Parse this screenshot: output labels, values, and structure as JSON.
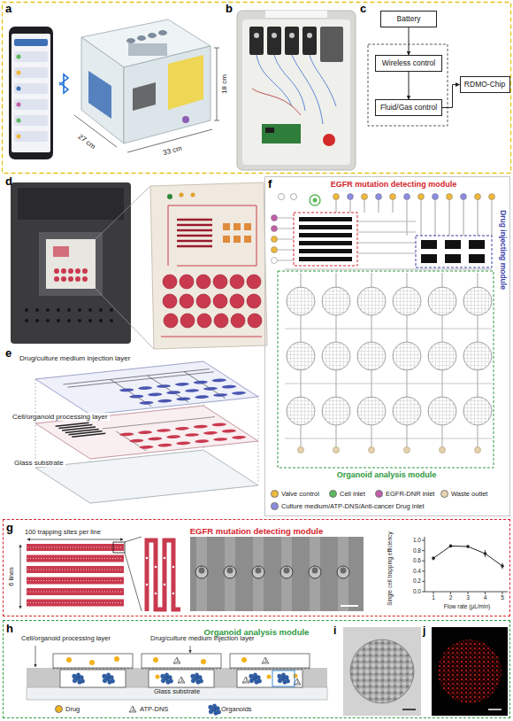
{
  "diagram": {
    "nodes": [
      {
        "text": [
          "Battery"
        ]
      },
      {
        "text": [
          "Wireless control"
        ]
      },
      {
        "text": [
          "Fluid/Gas control"
        ]
      },
      {
        "text": [
          "RDMO-Chip"
        ]
      },
      {
        "text": [
          "EGFR mutation detecting module"
        ]
      },
      {
        "text": [
          "Organoid analysis module"
        ]
      }
    ],
    "edges": [
      {
        "from": 0,
        "to": 1,
        "arrow": "to"
      },
      {
        "from": 1,
        "to": 2,
        "arrow": "to"
      },
      {
        "from": 2,
        "to": 3,
        "arrow": "to"
      }
    ],
    "labels": [
      "a",
      "27 cm",
      "33 cm",
      "18 cm",
      "b",
      "c",
      "d",
      "e",
      "Drug/culture medium injection layer",
      "Cell/organoid processing layer",
      "Glass substrate",
      "f",
      "EGFR mutation detecting module",
      "Drug injecting module",
      "Organoid analysis module",
      "g",
      "100 trapping sites per line",
      "6 lines",
      "Single cell trapping efficiency",
      "Flow rate (μL/min)",
      "0.0",
      "0.2",
      "0.4",
      "0.6",
      "0.8",
      "1.0",
      "1",
      "2",
      "3",
      "4",
      "5",
      "h",
      "Cell/organoid processing layer",
      "Drug/culture medium injection layer",
      "Glass substrate",
      "i",
      "j"
    ],
    "legend": [
      {
        "text": "Valve control",
        "color": "#f0b93a"
      },
      {
        "text": "Cell inlet",
        "color": "#5cb85c"
      },
      {
        "text": "EGFR-DNR inlet",
        "color": "#c05fa8"
      },
      {
        "text": "Culture medium/ATP-DNS/Anti-cancer Drug inlet",
        "color": "#8c8ce0"
      },
      {
        "text": "Waste outlet",
        "color": "#e6d3ae"
      },
      {
        "text": "Drug",
        "color": "#f2b21c"
      },
      {
        "text": "ATP-DNS"
      },
      {
        "text": "Organoids"
      }
    ]
  }
}
